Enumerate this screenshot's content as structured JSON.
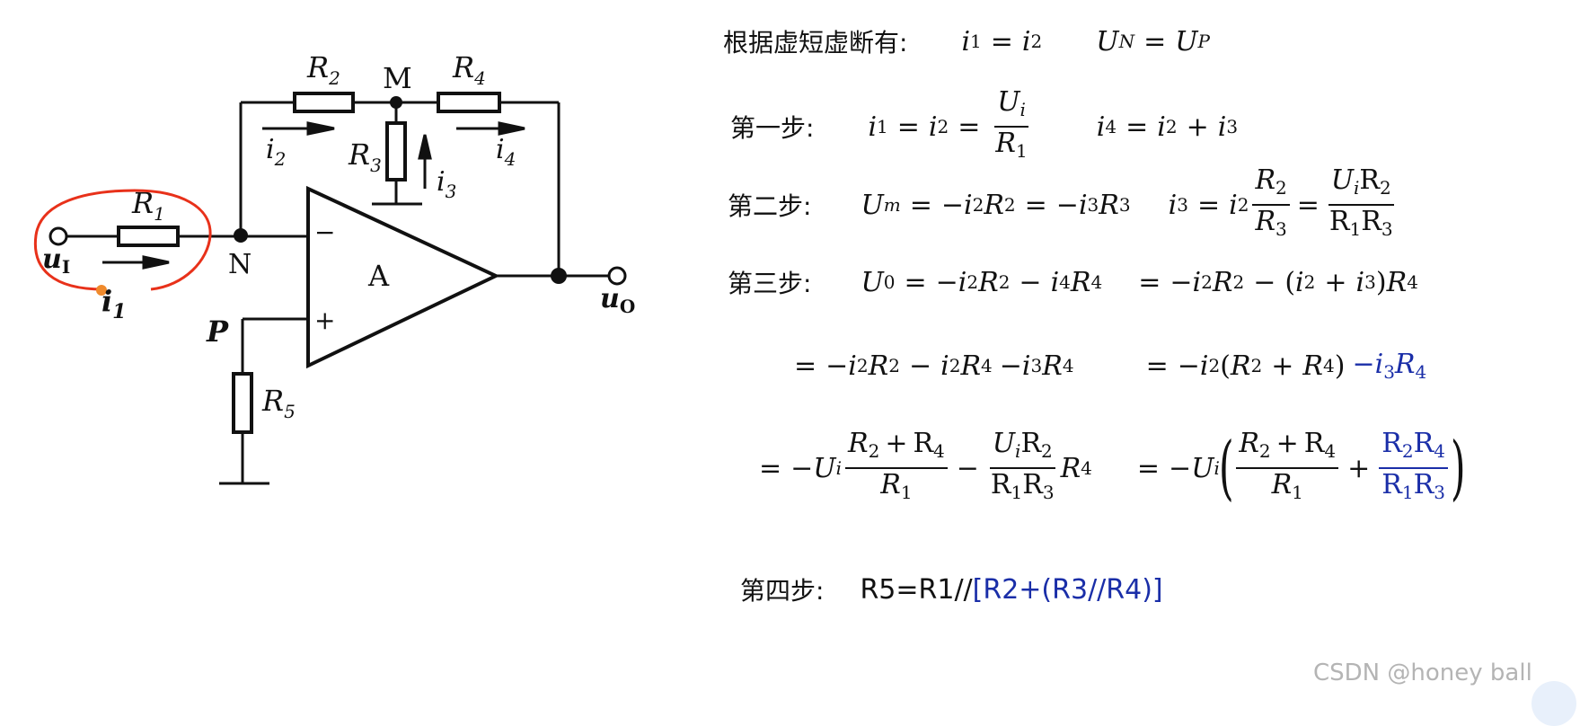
{
  "circuit": {
    "labels": {
      "R1": "R",
      "R1_sub": "1",
      "R2": "R",
      "R2_sub": "2",
      "R3": "R",
      "R3_sub": "3",
      "R4": "R",
      "R4_sub": "4",
      "R5": "R",
      "R5_sub": "5",
      "M": "M",
      "N": "N",
      "A": "A",
      "P": "P",
      "minus": "−",
      "plus": "+",
      "i1": "i",
      "i1_sub": "1",
      "i2": "i",
      "i2_sub": "2",
      "i3": "i",
      "i3_sub": "3",
      "i4": "i",
      "i4_sub": "4",
      "uI": "u",
      "uI_sub": "I",
      "uO": "u",
      "uO_sub": "O"
    },
    "colors": {
      "line": "#111111",
      "annotation": "#e8311a",
      "annotation_dot": "#f08a2c"
    }
  },
  "steps": {
    "intro_label": "根据虚短虚断有:",
    "step1_label": "第一步:",
    "step2_label": "第二步:",
    "step3_label": "第三步:",
    "step4_label": "第四步:",
    "step4_text_black": "R5=R1//",
    "step4_text_blue": "[R2+(R3//R4)]"
  },
  "colors": {
    "blue": "#1a2ea8"
  },
  "watermark": "CSDN @honey ball"
}
